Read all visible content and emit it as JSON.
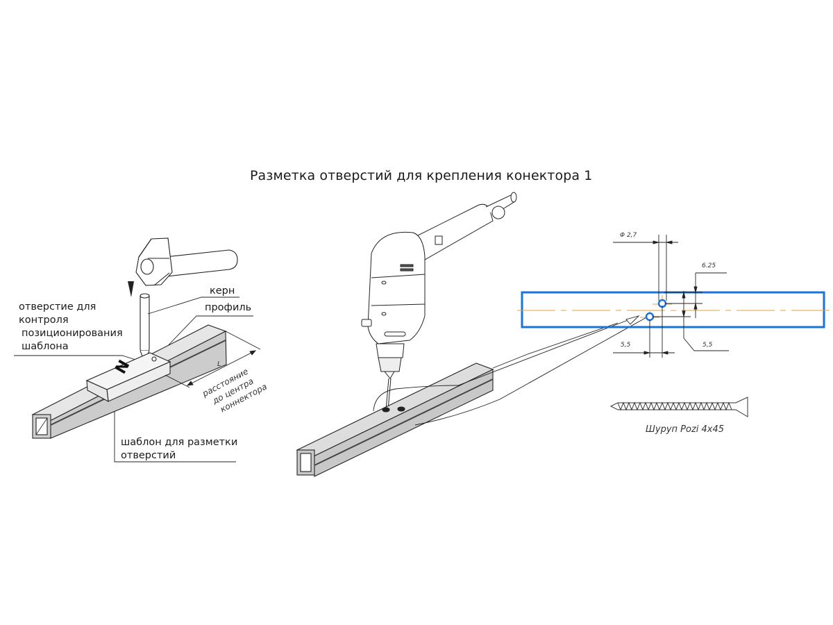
{
  "title": "Разметка отверстий для крепления конектора 1",
  "left_panel": {
    "labels": {
      "punch": "керн",
      "profile": "профиль",
      "control_hole_line1": "отверстие для",
      "control_hole_line2": "контроля",
      "control_hole_line3": "позиционирования",
      "control_hole_line4": "шаблона",
      "template_line1": "шаблон для разметки",
      "template_line2": "отверстий"
    },
    "dimension": {
      "symbol": "L",
      "caption_line1": "расстояние",
      "caption_line2": "до центра",
      "caption_line3": "коннектора"
    },
    "template_mark": "N"
  },
  "right_panel": {
    "dimensions": {
      "hole_diameter": "Φ 2,7",
      "vertical_offset_top": "6.25",
      "horizontal_offset": "5,5",
      "vertical_offset_bottom": "5,5"
    },
    "screw_label": "Шуруп Pozi   4x45"
  },
  "colors": {
    "profile_outline": "#1a73d9",
    "centerline": "#e8a040",
    "hole": "#1a73d9",
    "profile_fill": "#cccccc",
    "line": "#222222"
  }
}
